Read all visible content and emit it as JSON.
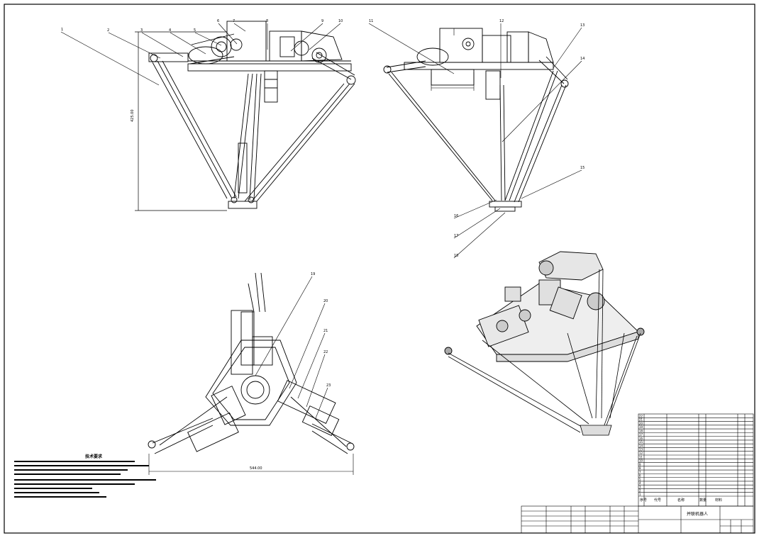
{
  "drawing": {
    "front_view_callouts": [
      "1",
      "2",
      "3",
      "4",
      "5",
      "6",
      "7",
      "8",
      "9",
      "10"
    ],
    "side_view_callouts": [
      "11",
      "12",
      "13",
      "14",
      "15",
      "16",
      "17",
      "18"
    ],
    "top_view_callouts": [
      "19",
      "20",
      "21",
      "22",
      "23"
    ],
    "front_dim_height": "425.00",
    "top_dim_width": "544.00"
  },
  "notes": {
    "title": "技术要求",
    "lines": [
      "1.",
      "2.",
      "3.",
      "4.",
      "5.",
      "6.",
      "7.",
      "8.",
      "9."
    ]
  },
  "bom": {
    "rows": [
      "22",
      "21",
      "20",
      "19",
      "18",
      "17",
      "16",
      "15",
      "14",
      "13",
      "12",
      "11",
      "10",
      "9",
      "8",
      "7",
      "6",
      "5",
      "4",
      "3",
      "2",
      "1"
    ],
    "header": [
      "序号",
      "代号",
      "名称",
      "数量",
      "材料"
    ]
  },
  "title_block": {
    "drawing_title": "并联机器人"
  }
}
